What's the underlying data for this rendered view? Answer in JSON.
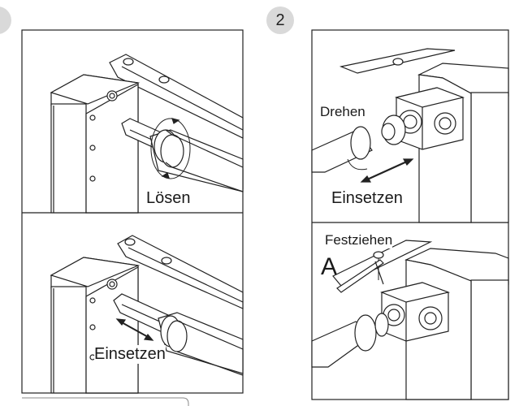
{
  "steps": {
    "step1_number": "",
    "step2_number": "2"
  },
  "labels": {
    "loosen": "Lösen",
    "insert_top_left": "Einsetzen",
    "rotate": "Drehen",
    "insert_top_right": "Einsetzen",
    "tighten": "Festziehen",
    "part_a": "A"
  }
}
